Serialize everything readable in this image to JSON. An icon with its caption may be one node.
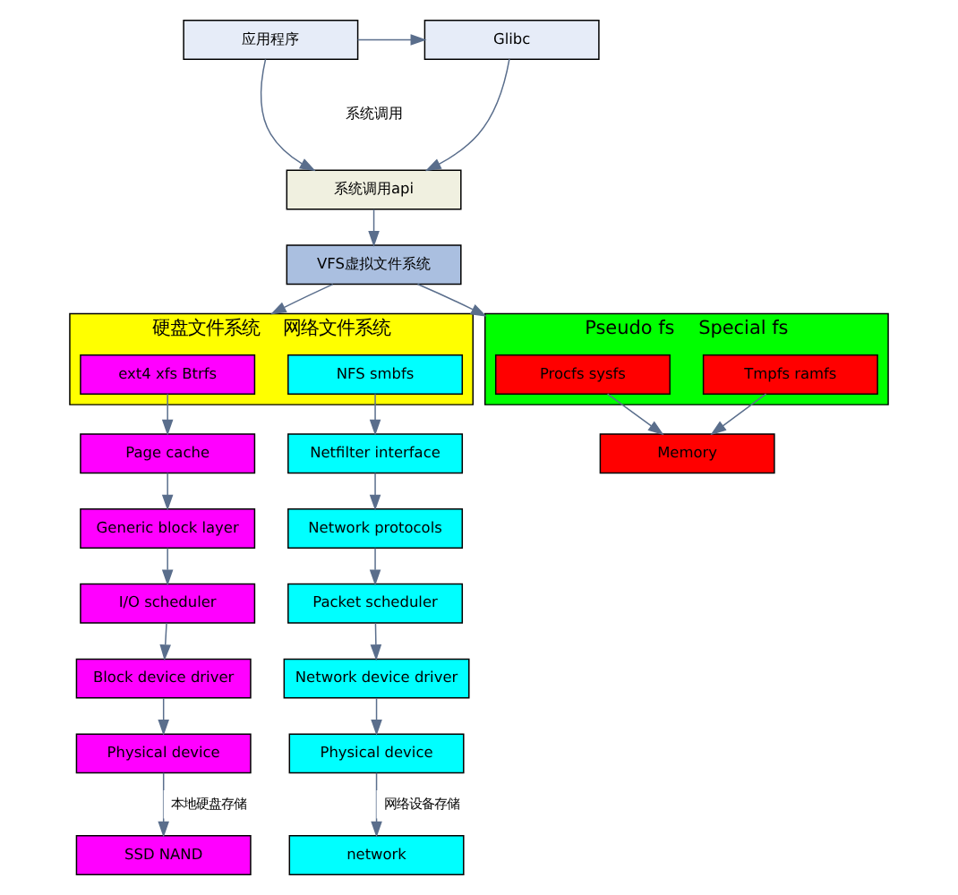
{
  "diagram": {
    "nodes": [
      {
        "text": [
          "应用程序"
        ]
      },
      {
        "text": [
          "Glibc"
        ]
      },
      {
        "text": [
          "系统调用api"
        ]
      },
      {
        "text": [
          "VFS虚拟文件系统"
        ]
      },
      {
        "text": [
          "硬盘文件系统",
          "网络文件系统"
        ]
      },
      {
        "text": [
          "ext4 xfs Btrfs"
        ],
        "in": 4
      },
      {
        "text": [
          "NFS smbfs"
        ],
        "in": 4
      },
      {
        "text": [
          "Page cache"
        ]
      },
      {
        "text": [
          "Generic block layer"
        ]
      },
      {
        "text": [
          "I/O scheduler"
        ]
      },
      {
        "text": [
          "Block device driver"
        ]
      },
      {
        "text": [
          "Physical device"
        ]
      },
      {
        "text": [
          "SSD NAND"
        ]
      },
      {
        "text": [
          "Netfilter interface"
        ]
      },
      {
        "text": [
          "Network protocols"
        ]
      },
      {
        "text": [
          "Packet scheduler"
        ]
      },
      {
        "text": [
          "Network device driver"
        ]
      },
      {
        "text": [
          "Physical device"
        ]
      },
      {
        "text": [
          "network"
        ]
      },
      {
        "text": [
          "Pseudo fs",
          "Special fs"
        ]
      },
      {
        "text": [
          "Procfs sysfs"
        ],
        "in": 19
      },
      {
        "text": [
          "Tmpfs ramfs"
        ],
        "in": 19
      },
      {
        "text": [
          "Memory"
        ]
      }
    ],
    "edges": [
      {
        "from": 0,
        "to": 1,
        "arrow": "to"
      },
      {
        "from": 0,
        "to": 2,
        "arrow": "to"
      },
      {
        "from": 1,
        "to": 2,
        "arrow": "to"
      },
      {
        "from": 2,
        "to": 3,
        "arrow": "to"
      },
      {
        "from": 3,
        "to": 4,
        "arrow": "to"
      },
      {
        "from": 3,
        "to": 19,
        "arrow": "to"
      },
      {
        "from": 5,
        "to": 7,
        "arrow": "to"
      },
      {
        "from": 7,
        "to": 8,
        "arrow": "to"
      },
      {
        "from": 8,
        "to": 9,
        "arrow": "to"
      },
      {
        "from": 9,
        "to": 10,
        "arrow": "to"
      },
      {
        "from": 10,
        "to": 11,
        "arrow": "to"
      },
      {
        "from": 11,
        "to": 12,
        "arrow": "to",
        "label": "本地硬盘存储"
      },
      {
        "from": 6,
        "to": 13,
        "arrow": "to"
      },
      {
        "from": 13,
        "to": 14,
        "arrow": "to"
      },
      {
        "from": 14,
        "to": 15,
        "arrow": "to"
      },
      {
        "from": 15,
        "to": 16,
        "arrow": "to"
      },
      {
        "from": 16,
        "to": 17,
        "arrow": "to"
      },
      {
        "from": 17,
        "to": 18,
        "arrow": "to",
        "label": "网络设备存储"
      },
      {
        "from": 20,
        "to": 22,
        "arrow": "to"
      },
      {
        "from": 21,
        "to": 22,
        "arrow": "to"
      }
    ],
    "labels": [
      "系统调用"
    ]
  }
}
